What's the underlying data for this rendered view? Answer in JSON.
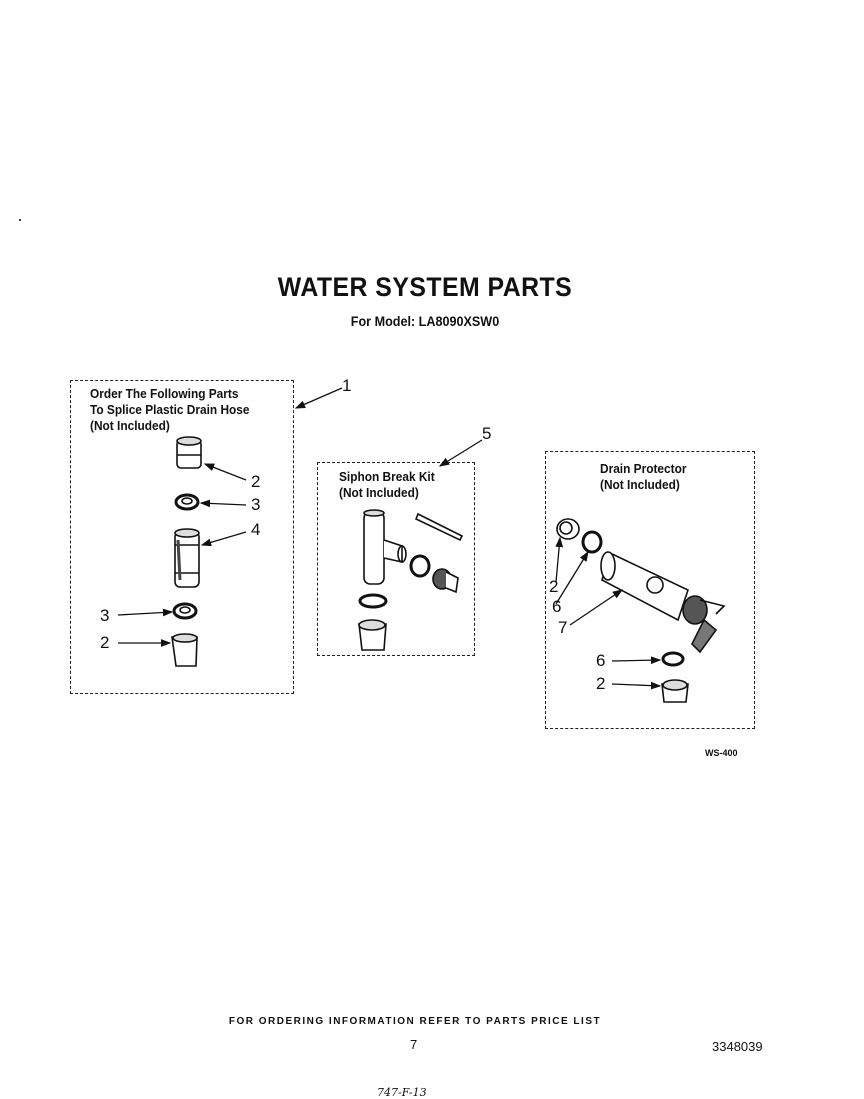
{
  "header": {
    "title": "WATER SYSTEM PARTS",
    "subtitle": "For Model: LA8090XSW0"
  },
  "groups": [
    {
      "label_lines": [
        "Order The Following Parts",
        "To Splice Plastic Drain Hose",
        "(Not Included)"
      ]
    },
    {
      "label_lines": [
        "Siphon Break Kit",
        "(Not Included)"
      ]
    },
    {
      "label_lines": [
        "Drain Protector",
        "(Not Included)"
      ]
    }
  ],
  "callouts": {
    "c1": "1",
    "c5": "5",
    "g1_2a": "2",
    "g1_3a": "3",
    "g1_4": "4",
    "g1_3b": "3",
    "g1_2b": "2",
    "g3_2a": "2",
    "g3_6a": "6",
    "g3_7": "7",
    "g3_6b": "6",
    "g3_2b": "2"
  },
  "diagram_code": "WS-400",
  "footer": {
    "note": "FOR ORDERING INFORMATION REFER TO PARTS PRICE LIST",
    "page_number": "7",
    "doc_number": "3348039",
    "handwritten": "747-F-13"
  }
}
